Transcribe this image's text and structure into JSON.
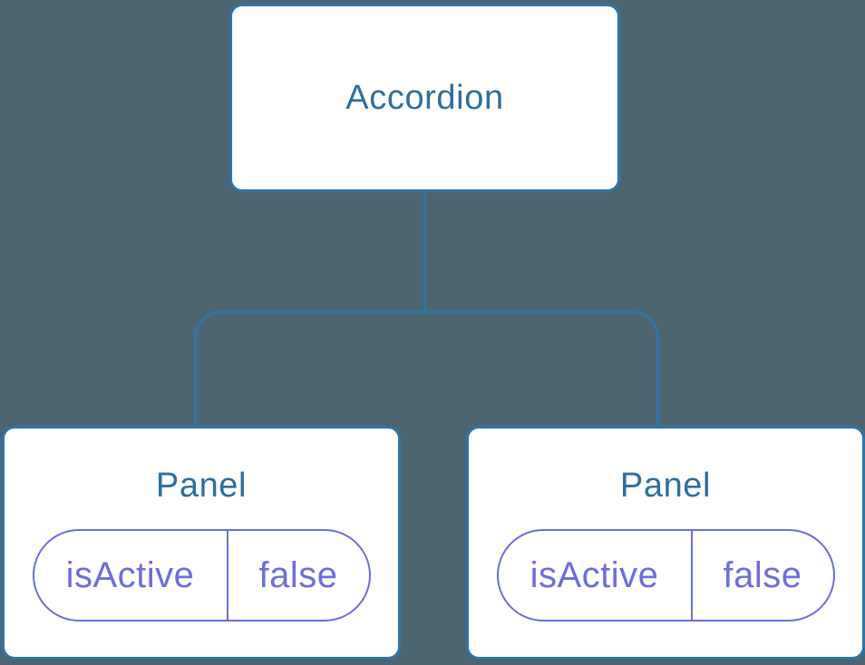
{
  "diagram": {
    "type": "component-tree",
    "root": {
      "label": "Accordion"
    },
    "children": [
      {
        "label": "Panel",
        "state": {
          "key": "isActive",
          "value": "false"
        }
      },
      {
        "label": "Panel",
        "state": {
          "key": "isActive",
          "value": "false"
        }
      }
    ],
    "colors": {
      "background": "#4C6671",
      "connector": "#2E75A9",
      "node_border": "#2E75A9",
      "node_bg": "#FFFFFF",
      "node_text": "#2E6F9D",
      "state_accent": "#6A6FDC"
    }
  }
}
